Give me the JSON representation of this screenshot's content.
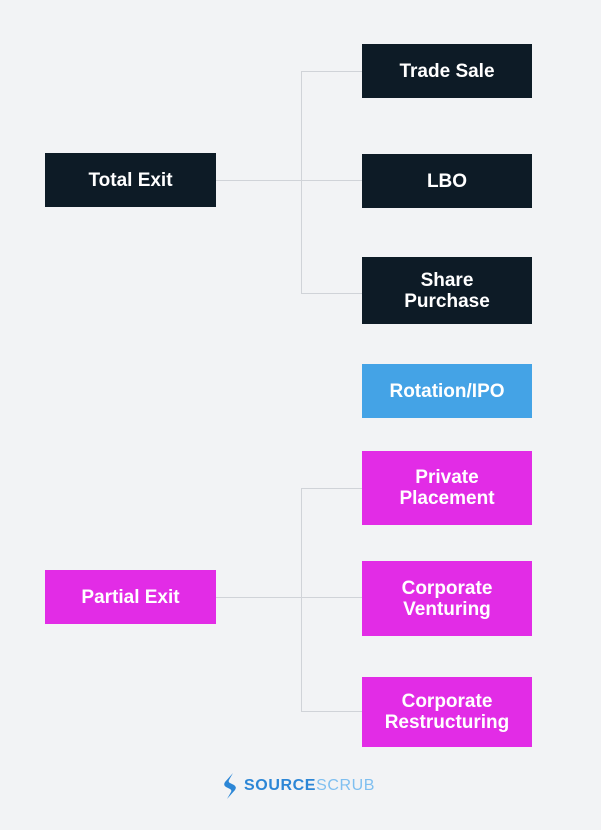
{
  "total_exit": {
    "label": "Total Exit",
    "children": [
      "Trade Sale",
      "LBO",
      "Share\nPurchase"
    ]
  },
  "standalone": {
    "label": "Rotation/IPO"
  },
  "partial_exit": {
    "label": "Partial Exit",
    "children": [
      "Private\nPlacement",
      "Corporate\nVenturing",
      "Corporate\nRestructuring"
    ]
  },
  "logo": {
    "bold": "SOURCE",
    "light": "SCRUB"
  },
  "colors": {
    "background": "#f2f3f5",
    "total_exit": "#0d1b26",
    "rotation_ipo": "#44a3e6",
    "partial_exit": "#e22ce6",
    "connector": "#d0d3d8",
    "logo": "#2c86d6"
  }
}
